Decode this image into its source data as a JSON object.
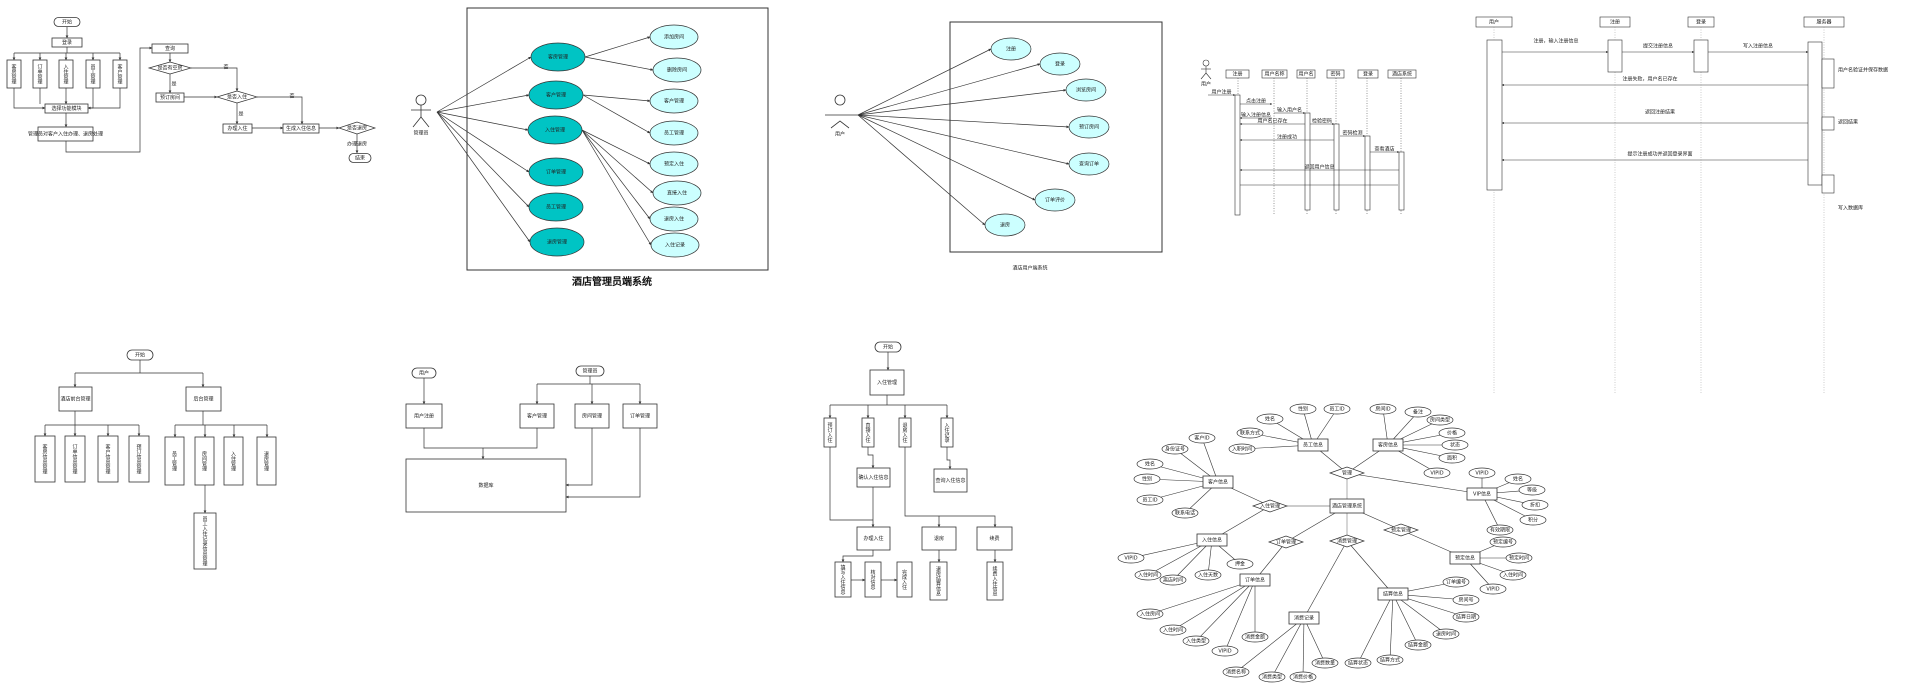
{
  "flow1": {
    "start": "开始",
    "login": "登录",
    "modules": [
      "客房管理",
      "订单管理",
      "入住管理",
      "员工管理",
      "客户管理"
    ],
    "merge": "选择功能模块",
    "process": "管理员对客户入住办理、退房处理",
    "query": "查询",
    "dec1": "是否有空房",
    "book": "预订房间",
    "dec2": "是否入住",
    "checkin": "办理入住",
    "record": "生成入住信息",
    "dec3": "是否退房",
    "checkout": "办理退房",
    "end": "结束",
    "yes": "是",
    "no": "否"
  },
  "admin_uc": {
    "actor": "管理员",
    "title": "酒店管理员端系统",
    "main": [
      "客房管理",
      "客户管理",
      "入住管理",
      "订单管理",
      "员工管理",
      "退房管理"
    ],
    "sub": [
      "添加房间",
      "删除房间",
      "客户管理",
      "员工管理",
      "预定入住",
      "直接入住",
      "退房入住",
      "入住记录"
    ]
  },
  "user_uc": {
    "actor": "用户",
    "title": "酒店用户端系统",
    "cases": [
      "注册",
      "登录",
      "浏览房间",
      "预订房间",
      "查询订单",
      "订单评价",
      "退房"
    ]
  },
  "seq1": {
    "actor": "用户",
    "objects": [
      "注册",
      "用户名称",
      "用户名",
      "密码",
      "登录",
      "酒店系统"
    ],
    "messages": [
      "用户注册",
      "点击注册",
      "输入用户名",
      "输入注册信息",
      "用户名已存在",
      "检验密码",
      "注册成功",
      "密码检测",
      "查看酒店",
      "返回用户信息"
    ]
  },
  "seq2": {
    "objects": [
      "用户",
      "注册",
      "登录",
      "服务器"
    ],
    "messages": [
      "注册，输入注册信息",
      "提交注册信息",
      "写入注册信息",
      "注册失败，用户名已存在",
      "返回注册结果",
      "提示注册成功并返回登录界面"
    ],
    "notes": [
      "用户名验证并保存数据",
      "返回结果",
      "写入数据库"
    ]
  },
  "tree1": {
    "root": "开始",
    "children": [
      "酒店前台管理",
      "后台管理"
    ],
    "left": [
      "客房信息管理",
      "订单信息管理",
      "客户信息管理",
      "预订信息管理"
    ],
    "right": [
      "员工管理",
      "房间管理",
      "入住管理",
      "退房管理"
    ],
    "extra": "员工入住记录信息管理"
  },
  "arch": {
    "user": "用户",
    "admin": "管理员",
    "boxes": [
      "用户注册",
      "客户管理",
      "房间管理",
      "订单管理"
    ],
    "db": "数据库"
  },
  "tree2": {
    "start": "开始",
    "root": "入住管理",
    "branches": [
      "预订入住",
      "直接入住",
      "退房入住",
      "入住记录"
    ],
    "confirm": "确认入住信息",
    "query": "查询入住信息",
    "checkin": "办理入住",
    "checkout": "退房",
    "renew": "续费",
    "steps": [
      "填写入住信息",
      "核对信息",
      "完成入住"
    ],
    "checkout_info": "退房结算信息",
    "renew_info": "续费入住信息"
  },
  "er": {
    "center": "酒店管理系统",
    "entities": [
      "员工信息",
      "客房信息",
      "客户信息",
      "VIP信息",
      "入住信息",
      "订单信息",
      "消费记录",
      "结算信息",
      "预定信息"
    ],
    "relations": [
      "管理",
      "入住管理",
      "订单管理",
      "消费管理",
      "预定管理"
    ],
    "attributes": [
      "姓名",
      "性别",
      "员工ID",
      "联系方式",
      "入职时间",
      "房间ID",
      "备注",
      "房间类型",
      "价格",
      "状态",
      "面积",
      "VIPID",
      "客户ID",
      "身份证号",
      "姓名",
      "性别",
      "员工ID",
      "联系电话",
      "VIPID",
      "姓名",
      "等级",
      "折扣",
      "积分",
      "有效期限",
      "VIPID",
      "入住时间",
      "离店时间",
      "入住天数",
      "押金",
      "入住房间",
      "入住时间",
      "入住类型",
      "VIPID",
      "消费金额",
      "消费名称",
      "消费类型",
      "消费价格",
      "消费数量",
      "结算状态",
      "结算方式",
      "结算金额",
      "退房时间",
      "结算日期",
      "房间号",
      "订单编号",
      "预定编号",
      "预定时间",
      "入住时间",
      "VIPID"
    ]
  },
  "colors": {
    "usecase_dark": "#00c4c4",
    "usecase_light": "#ccffff",
    "stroke": "#333333"
  }
}
